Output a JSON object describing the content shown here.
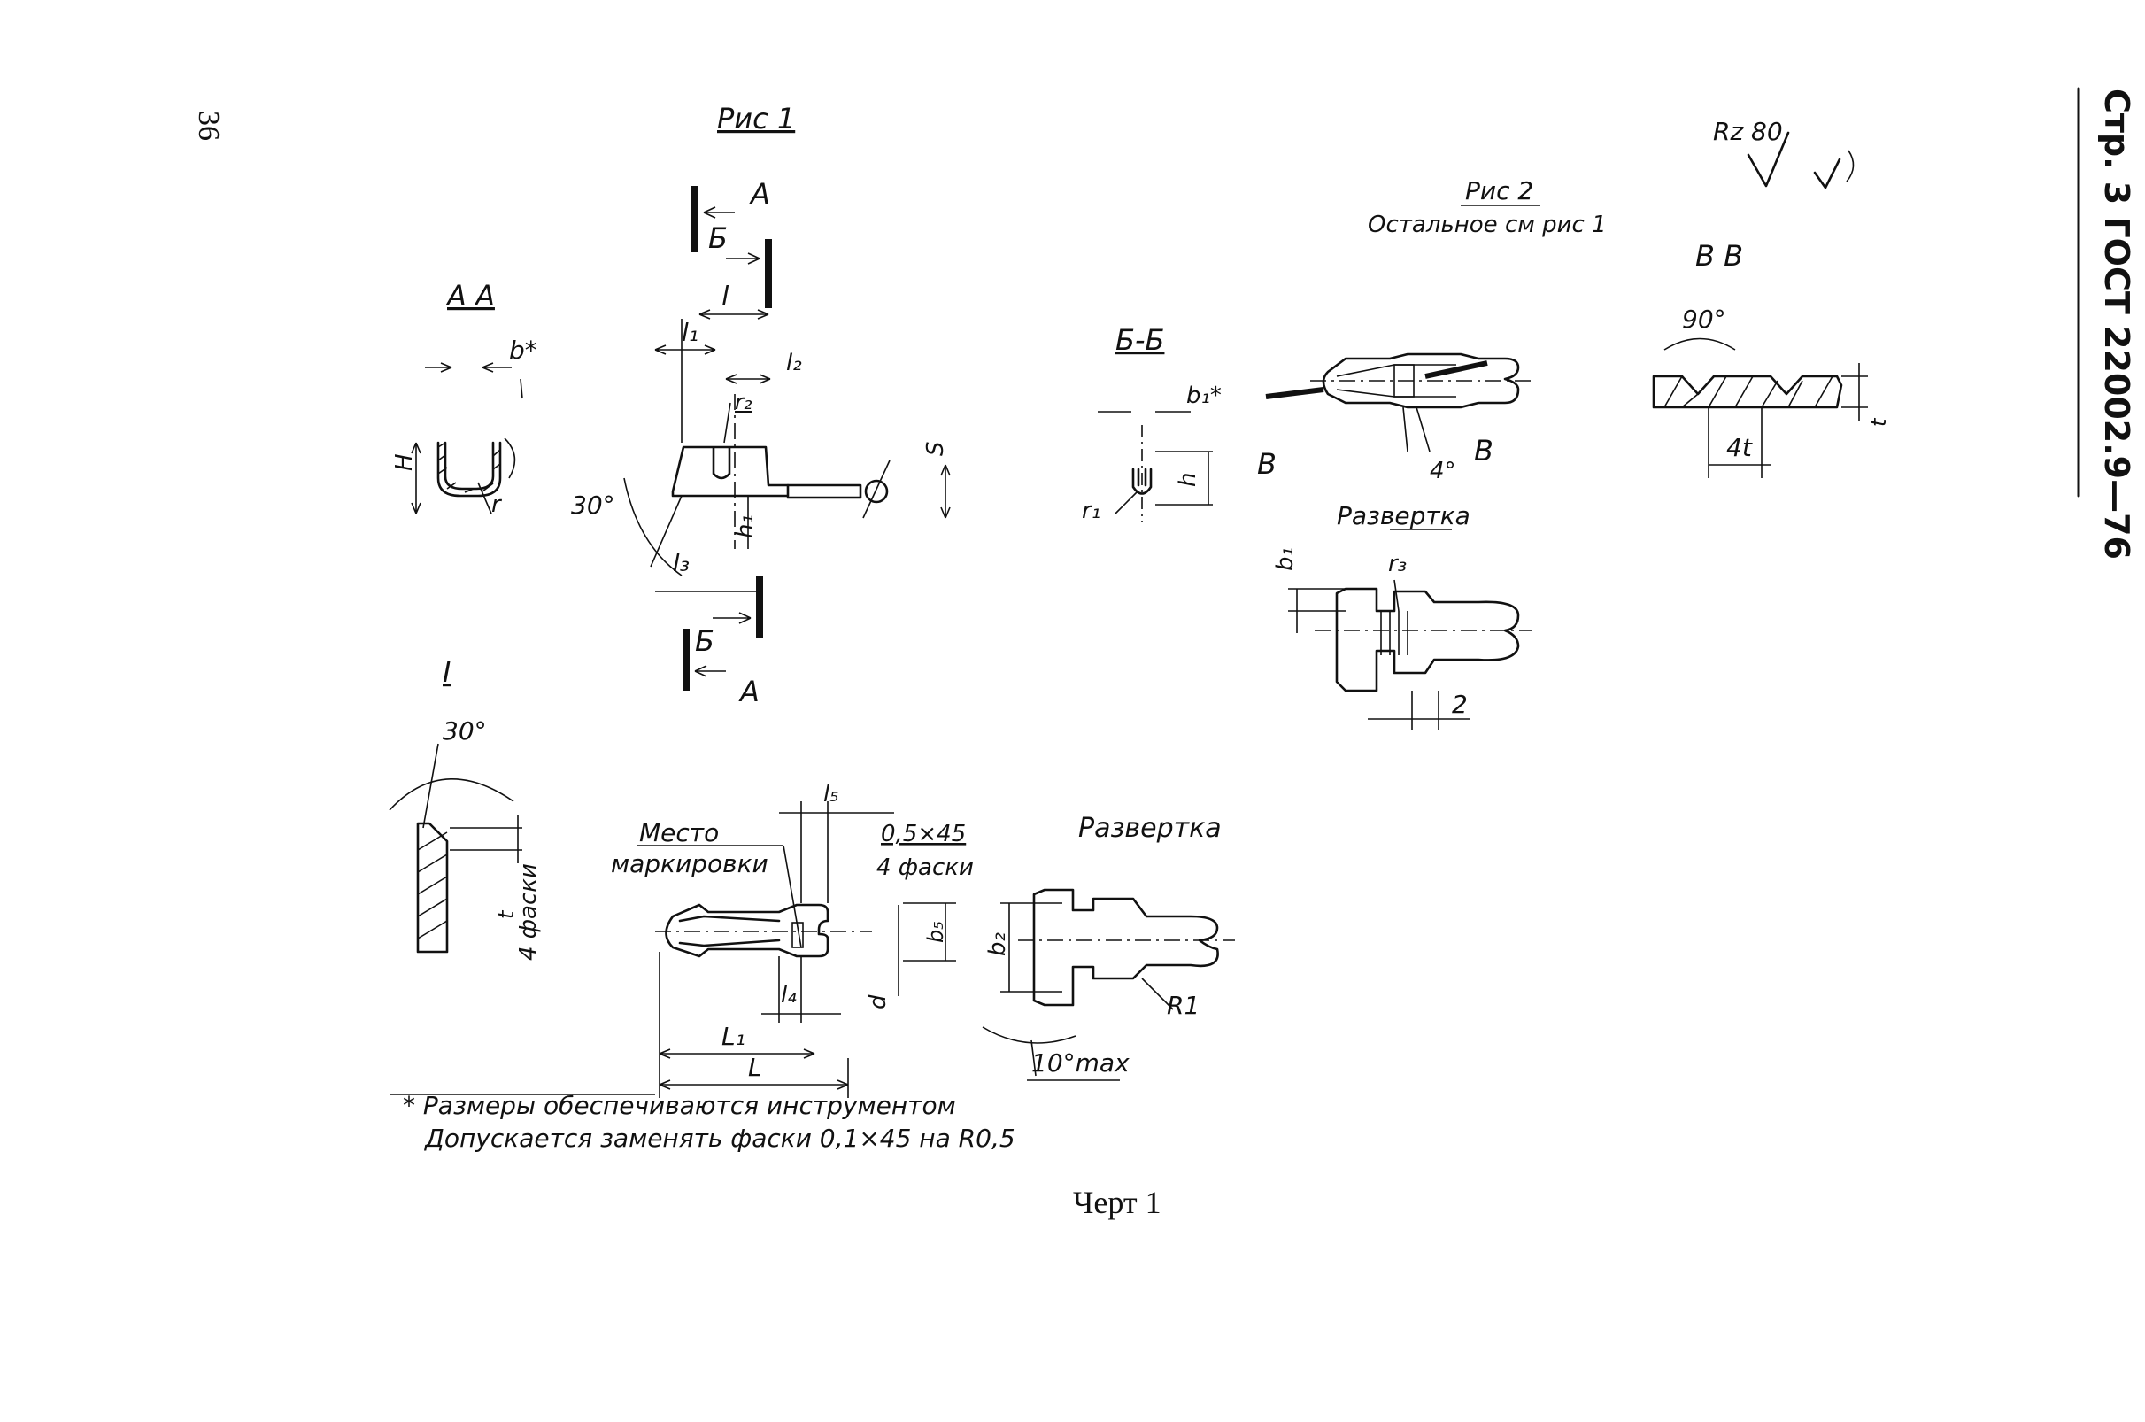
{
  "page": {
    "number": "36",
    "side_header": "Стр. 3 ГОСТ 22002.9—76",
    "roughness": "Rz 80",
    "fig_caption": "Черт 1"
  },
  "fig1": {
    "title": "Рис 1",
    "section_AA": "А А",
    "section_mark_A_top": "А",
    "section_mark_A_bottom": "А",
    "section_mark_B_top": "Б",
    "section_mark_B_bottom": "Б",
    "dim_l": "l",
    "dim_l1": "l₁",
    "dim_l2": "l₂",
    "dim_l3": "l₃",
    "dim_r2": "r₂",
    "dim_h1": "h₁",
    "dim_s": "S",
    "angle_30": "30°",
    "dim_b_star": "b*",
    "dim_H": "H",
    "dim_r": "r",
    "view_I_label": "I",
    "section_BB": "Б-Б",
    "dim_b1_star": "b₁*",
    "dim_r1": "r₁",
    "dim_h": "h",
    "detail_I": "I",
    "detail_angle": "30°",
    "detail_t": "t",
    "detail_chamfers": "4 фаски",
    "marking_place_1": "Место",
    "marking_place_2": "маркировки",
    "dim_l5": "l₅",
    "chamfer_045": "0,5×45",
    "chamfer_4": "4 фаски",
    "dim_b5": "b₅",
    "dim_d": "d",
    "dim_l4": "l₄",
    "dim_L1": "L₁",
    "dim_L": "L",
    "razvertka": "Развертка",
    "dim_b2": "b₂",
    "dim_R1": "R1",
    "angle_10max": "10°max",
    "footnote_1": "* Размеры обеспечиваются инструментом",
    "footnote_2": "Допускается заменять фаски 0,1×45 на R0,5"
  },
  "fig2": {
    "title": "Рис 2",
    "subtitle": "Остальное см рис 1",
    "mark_V_left": "В",
    "mark_V_right": "В",
    "angle_4": "4°",
    "razvertka": "Развертка",
    "dim_b1": "b₁",
    "dim_r3": "r₃",
    "dim_2": "2",
    "section_VV": "В  В",
    "angle_90": "90°",
    "dim_4t": "4t",
    "dim_t": "t"
  }
}
